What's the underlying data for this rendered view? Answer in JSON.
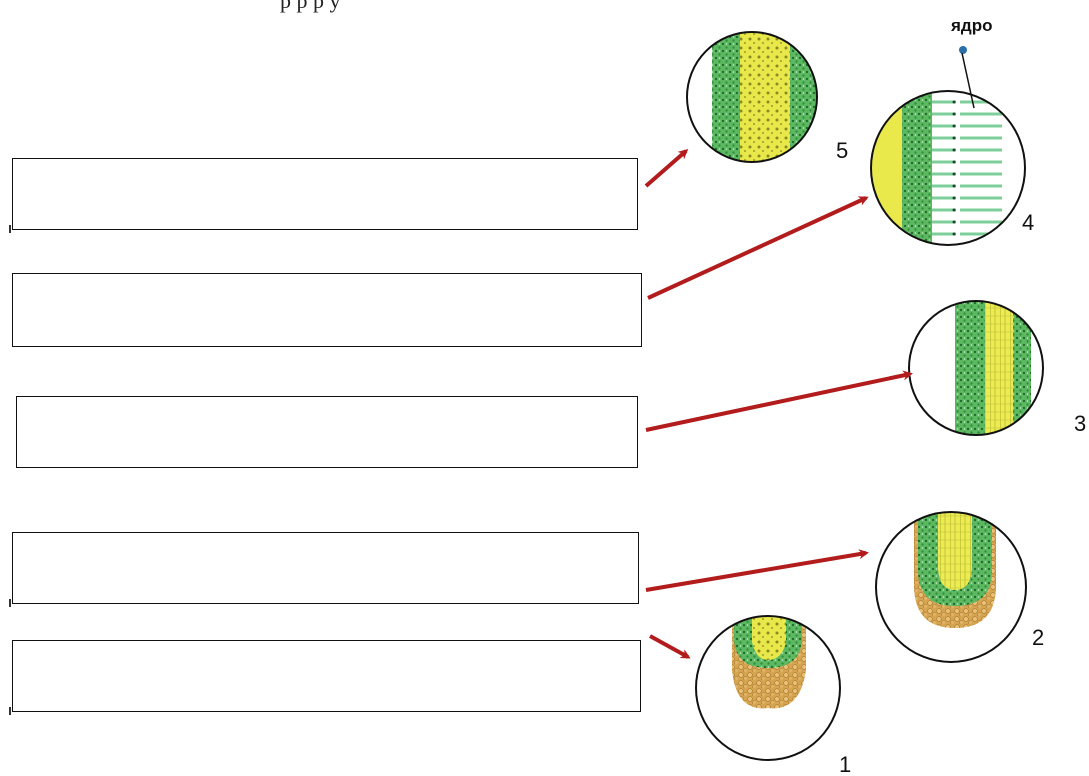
{
  "top_text": "р  р  р у",
  "answer_boxes": [
    {
      "id": "box-1",
      "value": ""
    },
    {
      "id": "box-2",
      "value": ""
    },
    {
      "id": "box-3",
      "value": ""
    },
    {
      "id": "box-4",
      "value": ""
    },
    {
      "id": "box-5",
      "value": ""
    }
  ],
  "zones": [
    {
      "number": "1"
    },
    {
      "number": "2"
    },
    {
      "number": "3"
    },
    {
      "number": "4"
    },
    {
      "number": "5"
    }
  ],
  "nucleus_label": "ядро",
  "colors": {
    "arrow": "#b21c1c",
    "green_tissue": "#4faa55",
    "yellow_tissue": "#e6e64a",
    "root_cap": "#d2a04e",
    "circle_outline": "#111111"
  }
}
